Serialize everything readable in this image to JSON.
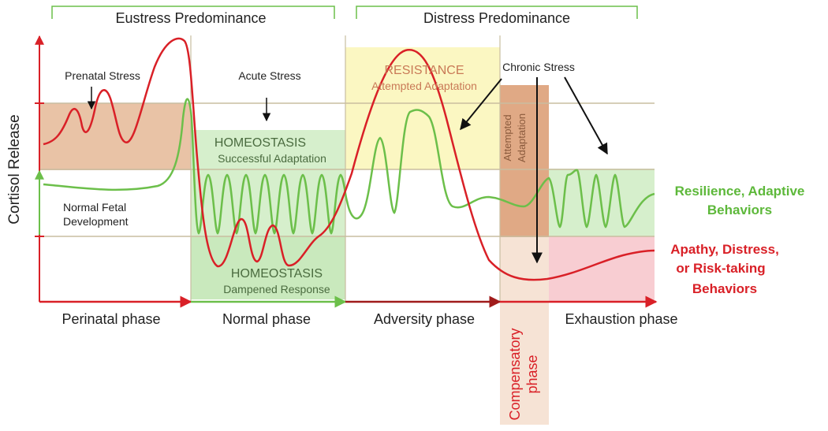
{
  "groups": {
    "eustress": "Eustress Predominance",
    "distress": "Distress Predominance"
  },
  "axis": {
    "y_label": "Cortisol Release"
  },
  "phases": {
    "perinatal": "Perinatal phase",
    "normal": "Normal phase",
    "adversity": "Adversity phase",
    "compensatory_line1": "Compensatory",
    "compensatory_line2": "phase",
    "exhaustion": "Exhaustion phase"
  },
  "annotations": {
    "prenatal_stress": "Prenatal Stress",
    "acute_stress": "Acute  Stress",
    "chronic_stress": "Chronic Stress",
    "normal_fetal_line1": "Normal Fetal",
    "normal_fetal_line2": "Development"
  },
  "zones": {
    "homeostasis_top_title": "HOMEOSTASIS",
    "homeostasis_top_sub": "Successful Adaptation",
    "homeostasis_bottom_title": "HOMEOSTASIS",
    "homeostasis_bottom_sub": "Dampened Response",
    "resistance_title": "RESISTANCE",
    "resistance_sub": "Attempted Adaptation",
    "attempted_line1": "Attempted",
    "attempted_line2": "Adaptation"
  },
  "outcomes": {
    "green_line1": "Resilience, Adaptive",
    "green_line2": "Behaviors",
    "red_line1": "Apathy, Distress,",
    "red_line2": "or Risk-taking",
    "red_line3": "Behaviors"
  },
  "colors": {
    "green": "#6cbf4a",
    "green_text": "#5db83a",
    "red": "#d92027",
    "dark_red": "#a01b1b",
    "tan": "#e9c3a6",
    "tan_strong": "#e0a985",
    "light_green": "#d6efcc",
    "light_yellow": "#fbf7c2",
    "pink": "#f8cdd2",
    "compensatory_bg": "#f6e3d5"
  }
}
